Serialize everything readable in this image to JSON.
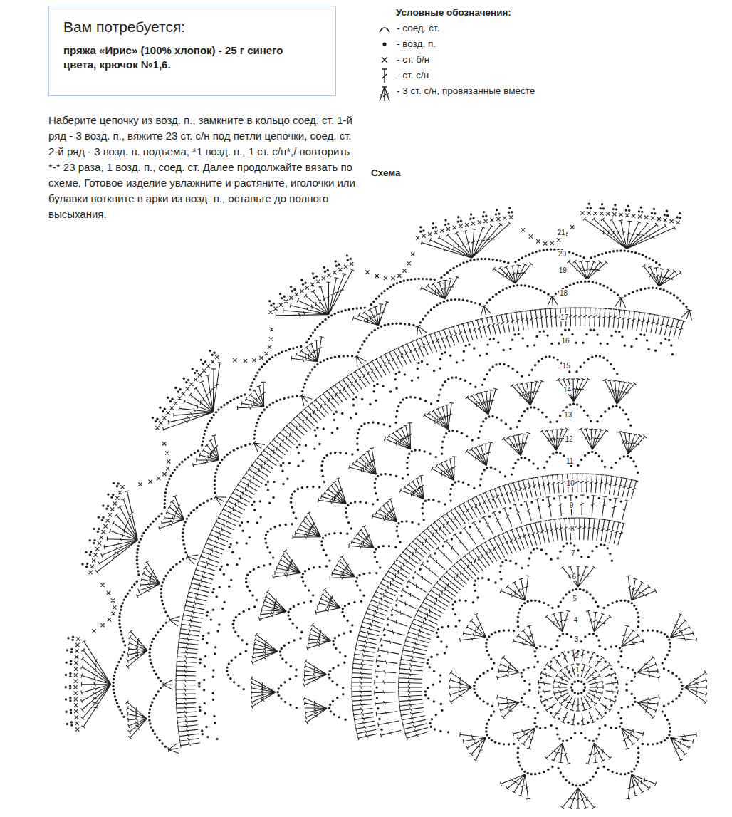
{
  "diagram": {
    "nodes": [
      {
        "text": [
          "Вам потребуется:",
          "пряжа «Ирис» (100% хлопок) - 25 г синего цвета, крючок №1,6."
        ]
      }
    ],
    "labels": [
      "Наберите цепочку из возд. п., замкните в кольцо соед. ст. 1-й ряд - 3 возд. п., вяжите 23 ст. с/н под петли цепочки, соед. ст. 2-й ряд - 3 возд. п. подъема, *1 возд. п., 1 ст. с/н*,/ повторить *-* 23 раза, 1 возд. п., соед. ст. Далее продолжайте вязать по схеме. Готовое изделие увлажните и растяните, иголочки или булавки воткните в арки из возд. п., оставьте до полного высыхания.",
      "Условные обозначения:",
      "Схема",
      "1",
      "2",
      "3",
      "4",
      "5",
      "6",
      "7",
      "8",
      "9",
      "10",
      "11",
      "12",
      "13",
      "14",
      "15",
      "16",
      "17",
      "18",
      "19",
      "20",
      "21"
    ],
    "legend": [
      {
        "text": "- соед. ст."
      },
      {
        "text": "- возд. п."
      },
      {
        "text": "- ст. б/н"
      },
      {
        "text": "- ст. с/н"
      },
      {
        "text": "- 3 ст. с/н, провязанные вместе"
      }
    ]
  }
}
